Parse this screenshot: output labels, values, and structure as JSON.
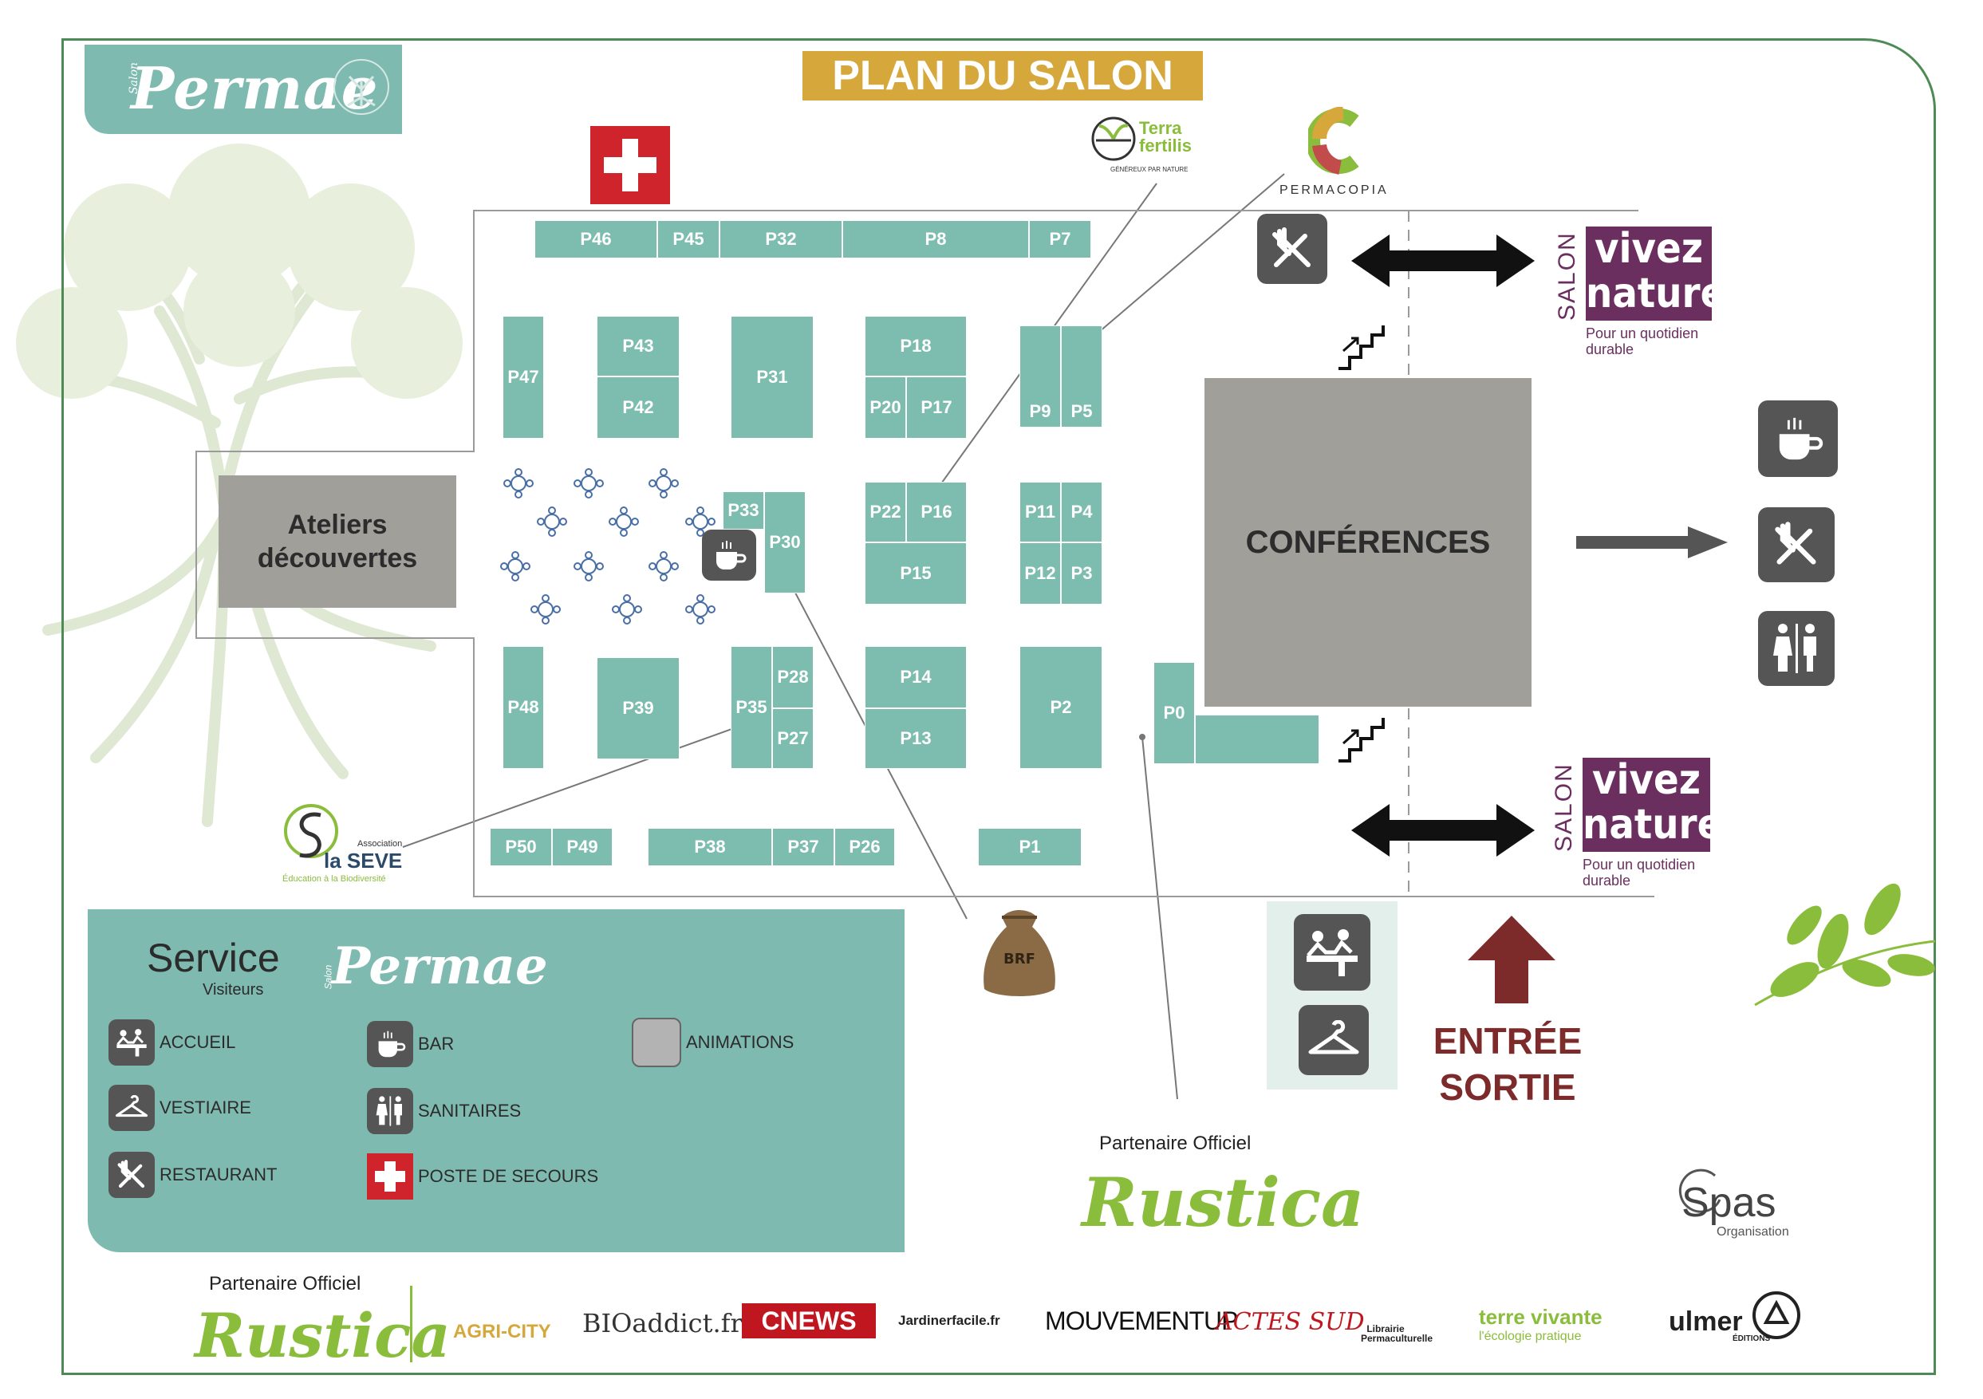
{
  "header": {
    "salon": "Salon",
    "brand": "Permae",
    "title": "PLAN DU SALON"
  },
  "partners_top": {
    "terra": "Terra fertilis",
    "terra_tag": "GÉNÉREUX PAR NATURE",
    "permacopia": "PERMACOPIA"
  },
  "zones": {
    "ateliers": "Ateliers découvertes",
    "conferences": "CONFÉRENCES"
  },
  "stands": {
    "P46": "P46",
    "P45": "P45",
    "P32": "P32",
    "P8": "P8",
    "P7": "P7",
    "P47": "P47",
    "P43": "P43",
    "P42": "P42",
    "P31": "P31",
    "P18": "P18",
    "P20": "P20",
    "P17": "P17",
    "P9": "P9",
    "P5": "P5",
    "P33": "P33",
    "P30": "P30",
    "P22": "P22",
    "P16": "P16",
    "P15": "P15",
    "P11": "P11",
    "P4": "P4",
    "P12": "P12",
    "P3": "P3",
    "P48": "P48",
    "P39": "P39",
    "P35": "P35",
    "P28": "P28",
    "P27": "P27",
    "P14": "P14",
    "P13": "P13",
    "P2": "P2",
    "P0": "P0",
    "P50": "P50",
    "P49": "P49",
    "P38": "P38",
    "P37": "P37",
    "P26": "P26",
    "P1": "P1"
  },
  "vivez": {
    "salon": "SALON",
    "line1": "vivez",
    "line2": "nature",
    "sub1": "Pour un quotidien",
    "sub2": "durable"
  },
  "seve": {
    "assoc": "Association",
    "name": "la SEVE",
    "tag": "Éducation à la Biodiversité"
  },
  "brf": "BRF",
  "entrance": {
    "line1": "ENTRÉE",
    "line2": "SORTIE"
  },
  "legend": {
    "service": "Service",
    "visiteurs": "Visiteurs",
    "brand": "Permae",
    "salon": "Salon",
    "accueil": "ACCUEIL",
    "vestiaire": "VESTIAIRE",
    "restaurant": "RESTAURANT",
    "bar": "BAR",
    "sanitaires": "SANITAIRES",
    "secours": "POSTE DE SECOURS",
    "animations": "ANIMATIONS"
  },
  "partner": {
    "label": "Partenaire Officiel",
    "name": "Rustica"
  },
  "organisation": {
    "name": "Spas",
    "sub": "Organisation"
  },
  "sponsors": [
    "AGRI-CITY",
    "BIOaddict.fr",
    "CNEWS",
    "Jardinerfacile.fr",
    "MOUVEMENTUP",
    "ACTES SUD",
    "Librairie Permaculturelle",
    "terre vivante",
    "l'écologie pratique",
    "ulmer",
    "ÉDITIONS"
  ],
  "colors": {
    "stand": "#7dbdb0",
    "legend": "#7fbab0",
    "title_bg": "#d6a83c",
    "vivez": "#6b2f5f",
    "entrance": "#7d2a2a",
    "rustica": "#8bbd3c",
    "icon": "#555555",
    "aid": "#d0242d"
  },
  "icons": [
    "restaurant-icon",
    "bar-icon",
    "toilets-icon",
    "reception-icon",
    "coat-hanger-icon",
    "first-aid-icon",
    "stairs-icon",
    "double-arrow-icon",
    "table-icon",
    "entrance-arrow-icon"
  ]
}
